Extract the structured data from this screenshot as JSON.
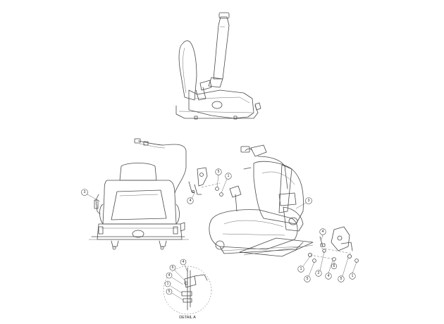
{
  "detail_caption": "DETAIL A",
  "callouts": {
    "rear_seat_label": "3",
    "right_seat_label": "3",
    "bracket_callouts": [
      "4",
      "5",
      "1"
    ],
    "right_hardware": [
      "4",
      "1",
      "5",
      "2",
      "4",
      "5",
      "1",
      "6"
    ],
    "detail_callouts": [
      "4",
      "6",
      "4",
      "1",
      "5"
    ]
  }
}
